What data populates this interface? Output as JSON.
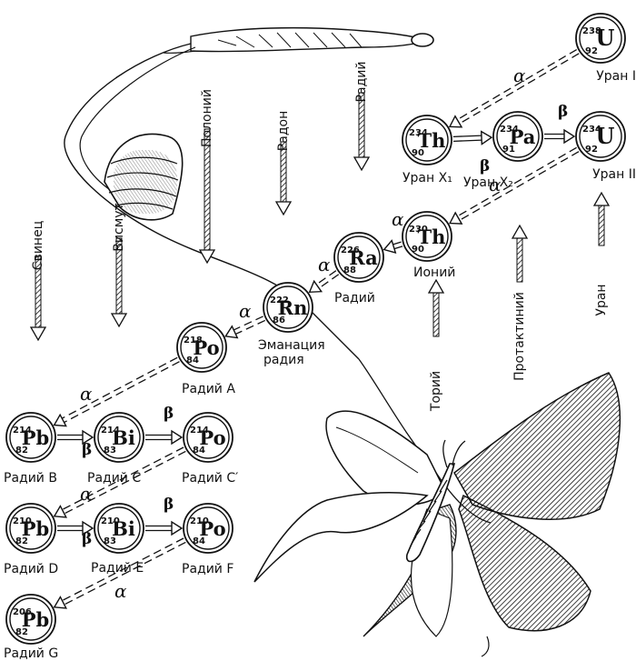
{
  "nuclides": [
    {
      "id": "u238",
      "symbol": "U",
      "mass": "238",
      "z": "92",
      "label": "Уран I"
    },
    {
      "id": "th234",
      "symbol": "Th",
      "mass": "234",
      "z": "90",
      "label": "Уран X₁"
    },
    {
      "id": "pa234",
      "symbol": "Pa",
      "mass": "234",
      "z": "91",
      "label": "Уран X₂"
    },
    {
      "id": "u234",
      "symbol": "U",
      "mass": "234",
      "z": "92",
      "label": "Уран II"
    },
    {
      "id": "th230",
      "symbol": "Th",
      "mass": "230",
      "z": "90",
      "label": "Ионий"
    },
    {
      "id": "ra226",
      "symbol": "Ra",
      "mass": "226",
      "z": "88",
      "label": "Радий"
    },
    {
      "id": "rn222",
      "symbol": "Rn",
      "mass": "222",
      "z": "86",
      "label": "Эманация радия"
    },
    {
      "id": "po218",
      "symbol": "Po",
      "mass": "218",
      "z": "84",
      "label": "Радий A"
    },
    {
      "id": "pb214",
      "symbol": "Pb",
      "mass": "214",
      "z": "82",
      "label": "Радий B"
    },
    {
      "id": "bi214",
      "symbol": "Bi",
      "mass": "214",
      "z": "83",
      "label": "Радий C"
    },
    {
      "id": "po214",
      "symbol": "Po",
      "mass": "214",
      "z": "84",
      "label": "Радий C′"
    },
    {
      "id": "pb210",
      "symbol": "Pb",
      "mass": "210",
      "z": "82",
      "label": "Радий D"
    },
    {
      "id": "bi210",
      "symbol": "Bi",
      "mass": "210",
      "z": "83",
      "label": "Радий E"
    },
    {
      "id": "po210",
      "symbol": "Po",
      "mass": "210",
      "z": "84",
      "label": "Радий F"
    },
    {
      "id": "pb206",
      "symbol": "Pb",
      "mass": "206",
      "z": "82",
      "label": "Радий G"
    }
  ],
  "decays": [
    {
      "from": "u238",
      "to": "th234",
      "type": "α"
    },
    {
      "from": "th234",
      "to": "pa234",
      "type": "β"
    },
    {
      "from": "pa234",
      "to": "u234",
      "type": "β"
    },
    {
      "from": "u234",
      "to": "th230",
      "type": "α"
    },
    {
      "from": "th230",
      "to": "ra226",
      "type": "α"
    },
    {
      "from": "ra226",
      "to": "rn222",
      "type": "α"
    },
    {
      "from": "rn222",
      "to": "po218",
      "type": "α"
    },
    {
      "from": "po218",
      "to": "pb214",
      "type": "α"
    },
    {
      "from": "pb214",
      "to": "bi214",
      "type": "β"
    },
    {
      "from": "bi214",
      "to": "po214",
      "type": "β"
    },
    {
      "from": "po214",
      "to": "pb210",
      "type": "α"
    },
    {
      "from": "pb210",
      "to": "bi210",
      "type": "β"
    },
    {
      "from": "bi210",
      "to": "po210",
      "type": "β"
    },
    {
      "from": "po210",
      "to": "pb206",
      "type": "α"
    }
  ],
  "element_labels": [
    {
      "id": "lead",
      "text": "Свинец"
    },
    {
      "id": "bismuth",
      "text": "Висмут"
    },
    {
      "id": "polonium",
      "text": "Полоний"
    },
    {
      "id": "radon",
      "text": "Радон"
    },
    {
      "id": "radium",
      "text": "Радий"
    },
    {
      "id": "thorium",
      "text": "Торий"
    },
    {
      "id": "protactinium",
      "text": "Протактиний"
    },
    {
      "id": "uranium",
      "text": "Уран"
    }
  ],
  "icons": [
    "chrysalis-icon",
    "butterfly-icon"
  ]
}
